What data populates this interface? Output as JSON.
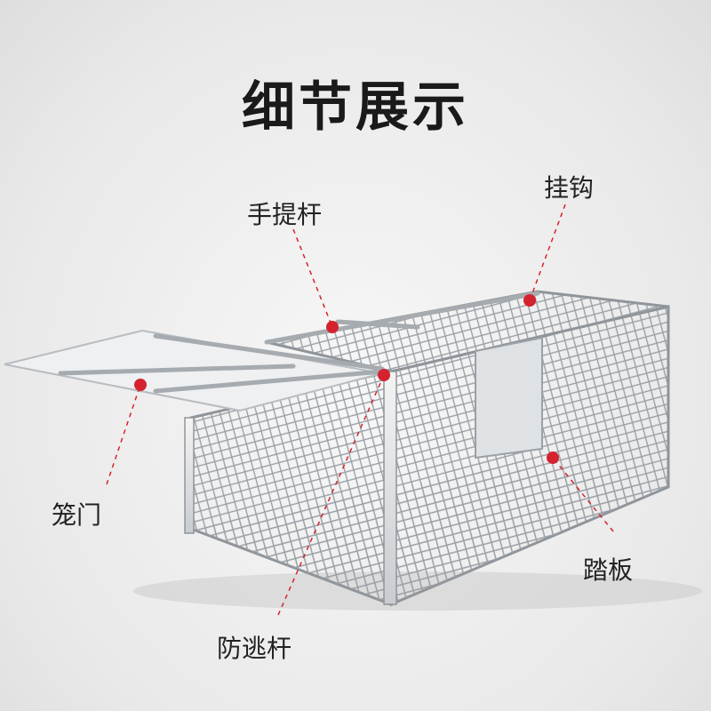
{
  "title": "细节展示",
  "labels": {
    "handle": "手提杆",
    "hook": "挂钩",
    "door": "笼门",
    "pedal": "踏板",
    "escape_bar": "防逃杆"
  },
  "colors": {
    "marker": "#d4232f",
    "leader": "#d4232f",
    "text": "#222222"
  }
}
